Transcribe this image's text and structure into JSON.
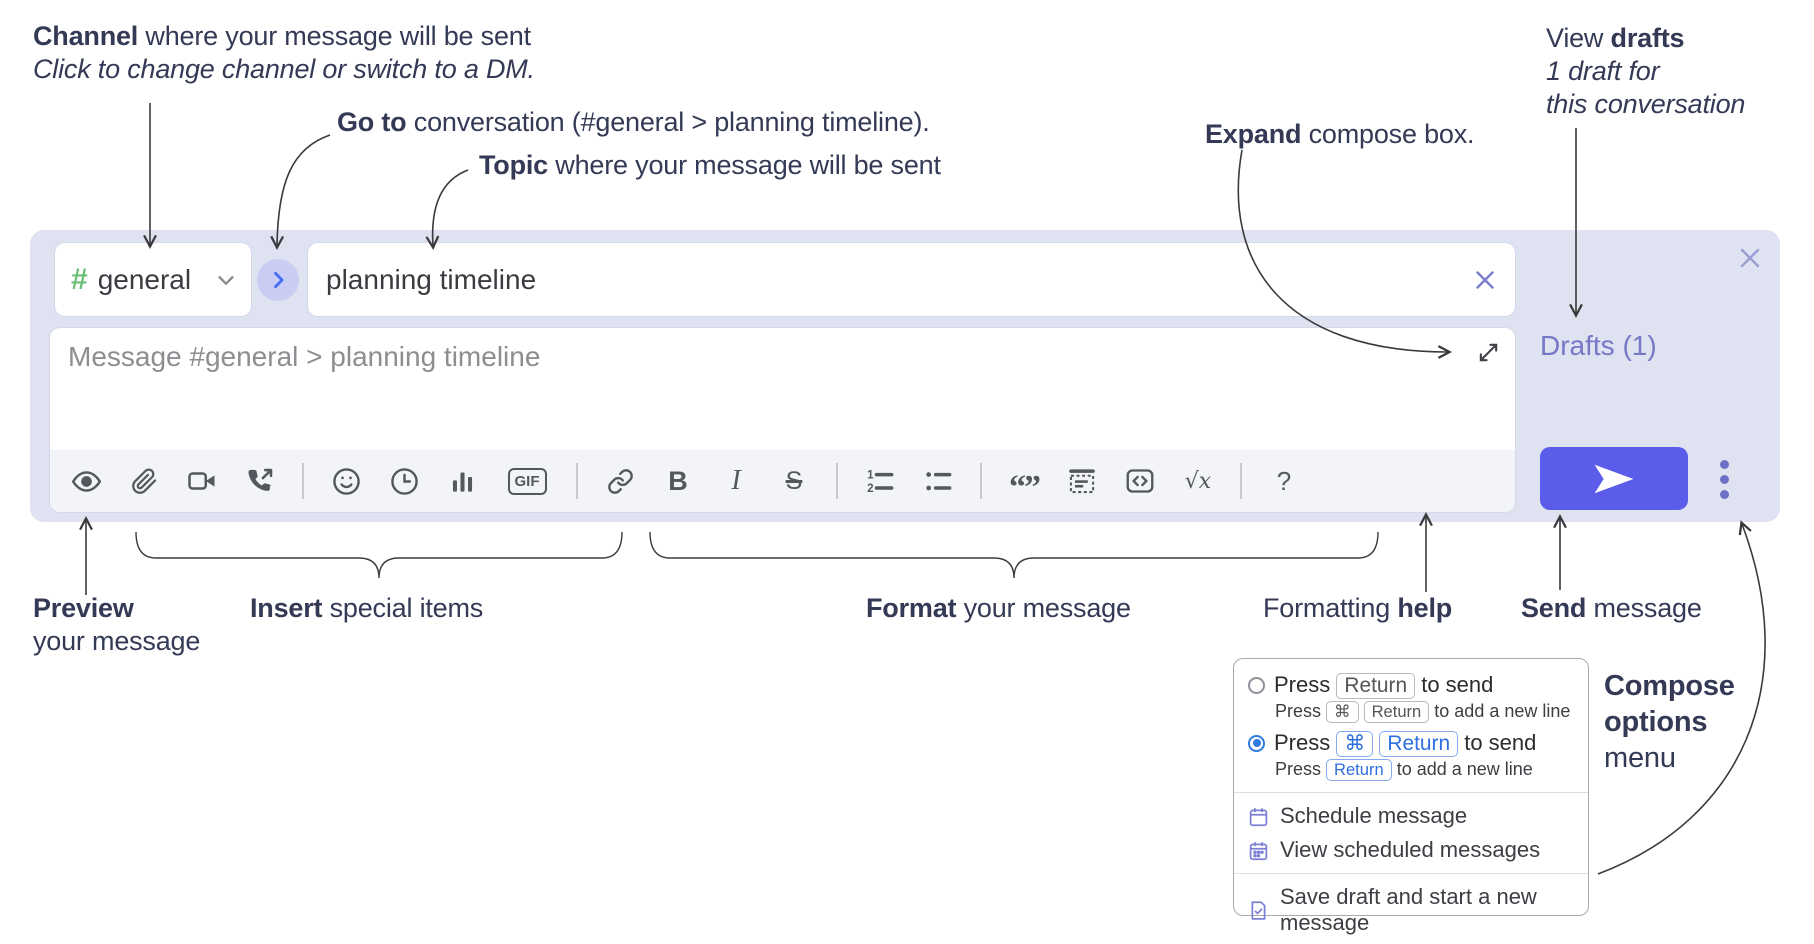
{
  "colors": {
    "panel_bg": "#dfe2f1",
    "accent_send": "#5b5ce9",
    "drafts_link": "#7577c7",
    "hash_green": "#6abf77",
    "jump_chevron_blue": "#4a6cf3",
    "annotation_text": "#343a55",
    "selected_radio_blue": "#2f7ce1",
    "menu_icon_purple": "#7b80d5"
  },
  "annotations": {
    "channel": {
      "bold": "Channel",
      "rest": " where your message will be sent",
      "sub": "Click to change channel or switch to a DM."
    },
    "goto": {
      "bold": "Go to",
      "rest": " conversation (#general > planning timeline)."
    },
    "topic": {
      "bold": "Topic",
      "rest": " where your message will be sent"
    },
    "expand": {
      "bold": "Expand",
      "rest": " compose box."
    },
    "view_drafts": {
      "pre": "View ",
      "bold": "drafts",
      "sub1": "1 draft for",
      "sub2": "this conversation"
    },
    "preview": {
      "bold": "Preview",
      "line2": "your message"
    },
    "insert": {
      "bold": "Insert",
      "rest": " special items"
    },
    "format": {
      "bold": "Format",
      "rest": " your message"
    },
    "formatting_help": {
      "pre": "Formatting ",
      "bold": "help"
    },
    "send": {
      "bold": "Send",
      "rest": " message"
    },
    "compose_options": {
      "bold1": "Compose",
      "bold2": "options",
      "rest": "menu"
    }
  },
  "compose": {
    "channel_name": "general",
    "topic_value": "planning timeline",
    "message_placeholder": "Message #general > planning timeline",
    "drafts_label": "Drafts (1)",
    "toolbar_icon_names": [
      "preview-eye",
      "attachment",
      "video-call",
      "audio-call",
      "emoji",
      "time",
      "poll",
      "gif",
      "link",
      "bold",
      "italic",
      "strikethrough",
      "numbered-list",
      "bulleted-list",
      "quote",
      "spoiler",
      "code",
      "math",
      "help"
    ],
    "toolbar": {
      "gif": "GIF",
      "bold": "B",
      "italic": "I",
      "strike": "S",
      "quote": "“”",
      "math": "√x",
      "help": "?"
    }
  },
  "popup": {
    "option1": {
      "main_pre": "Press",
      "main_key": "Return",
      "main_post": "to send",
      "sub_pre": "Press",
      "sub_key1": "⌘",
      "sub_key2": "Return",
      "sub_post": "to add a new line"
    },
    "option2": {
      "main_pre": "Press",
      "main_key1": "⌘",
      "main_key2": "Return",
      "main_post": "to send",
      "sub_pre": "Press",
      "sub_key": "Return",
      "sub_post": "to add a new line"
    },
    "items": [
      "Schedule message",
      "View scheduled messages",
      "Save draft and start a new message"
    ]
  }
}
